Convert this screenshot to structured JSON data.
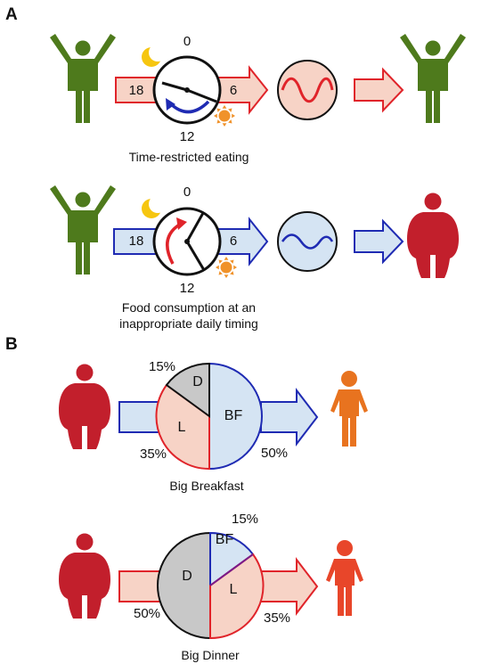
{
  "panel_a": {
    "label": "A",
    "top": {
      "clock_labels": {
        "top": "0",
        "left": "18",
        "right": "6",
        "bottom": "12"
      },
      "caption": "Time-restricted eating"
    },
    "bottom": {
      "clock_labels": {
        "top": "0",
        "left": "18",
        "right": "6",
        "bottom": "12"
      },
      "caption_line1": "Food consumption at an",
      "caption_line2": "inappropriate daily timing"
    }
  },
  "panel_b": {
    "label": "B",
    "breakfast": {
      "slices": {
        "dinner": "D",
        "lunch": "L",
        "breakfast": "BF"
      },
      "percent_dinner": "15%",
      "percent_lunch": "35%",
      "percent_breakfast": "50%",
      "caption": "Big Breakfast"
    },
    "dinner": {
      "slices": {
        "breakfast": "BF",
        "dinner": "D",
        "lunch": "L"
      },
      "percent_breakfast": "15%",
      "percent_dinner": "50%",
      "percent_lunch": "35%",
      "caption": "Big Dinner"
    }
  },
  "colors": {
    "fit_person": "#4e7a1c",
    "obese_person": "#c21f2c",
    "improved_person": "#e8731f",
    "improved_person_2": "#e8462a",
    "arrow_red_fill": "#f7d3c6",
    "arrow_red_stroke": "#e0242a",
    "arrow_blue_fill": "#d5e4f3",
    "arrow_blue_stroke": "#1f2bb3",
    "sun": "#f0922a",
    "moon": "#f6c610",
    "pie_breakfast": "#d5e4f3",
    "pie_lunch": "#f7d3c6",
    "pie_dinner": "#c8c8c8"
  }
}
